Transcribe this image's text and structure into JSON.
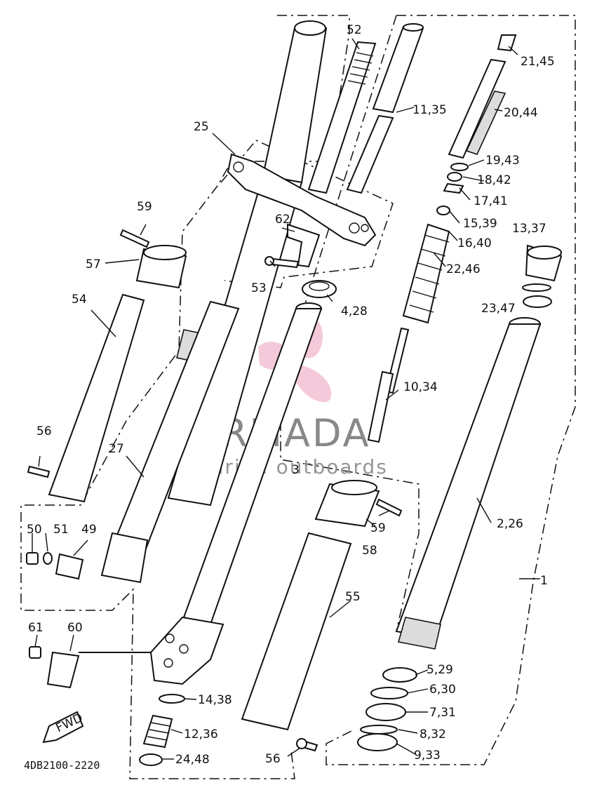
{
  "diagram_code": "4DB2100-2220",
  "watermark": {
    "brand": "ARMADA",
    "tagline": "marine outboards",
    "pink": "#f3c4d6",
    "gray": "#7c7c7c"
  },
  "direction_label": "FWD",
  "callouts": {
    "c1": "1",
    "c2_26": "2,26",
    "c3": "3",
    "c4_28": "4,28",
    "c5_29": "5,29",
    "c6_30": "6,30",
    "c7_31": "7,31",
    "c8_32": "8,32",
    "c9_33": "9,33",
    "c10_34": "10,34",
    "c11_35": "11,35",
    "c12_36": "12,36",
    "c13_37": "13,37",
    "c14_38": "14,38",
    "c15_39": "15,39",
    "c16_40": "16,40",
    "c17_41": "17,41",
    "c18_42": "18,42",
    "c19_43": "19,43",
    "c20_44": "20,44",
    "c21_45": "21,45",
    "c22_46": "22,46",
    "c23_47": "23,47",
    "c24_48": "24,48",
    "c25": "25",
    "c27": "27",
    "c49": "49",
    "c50": "50",
    "c51": "51",
    "c52": "52",
    "c53": "53",
    "c54": "54",
    "c55": "55",
    "c56a": "56",
    "c56b": "56",
    "c57": "57",
    "c58": "58",
    "c59a": "59",
    "c59b": "59",
    "c60": "60",
    "c61": "61",
    "c62": "62"
  }
}
